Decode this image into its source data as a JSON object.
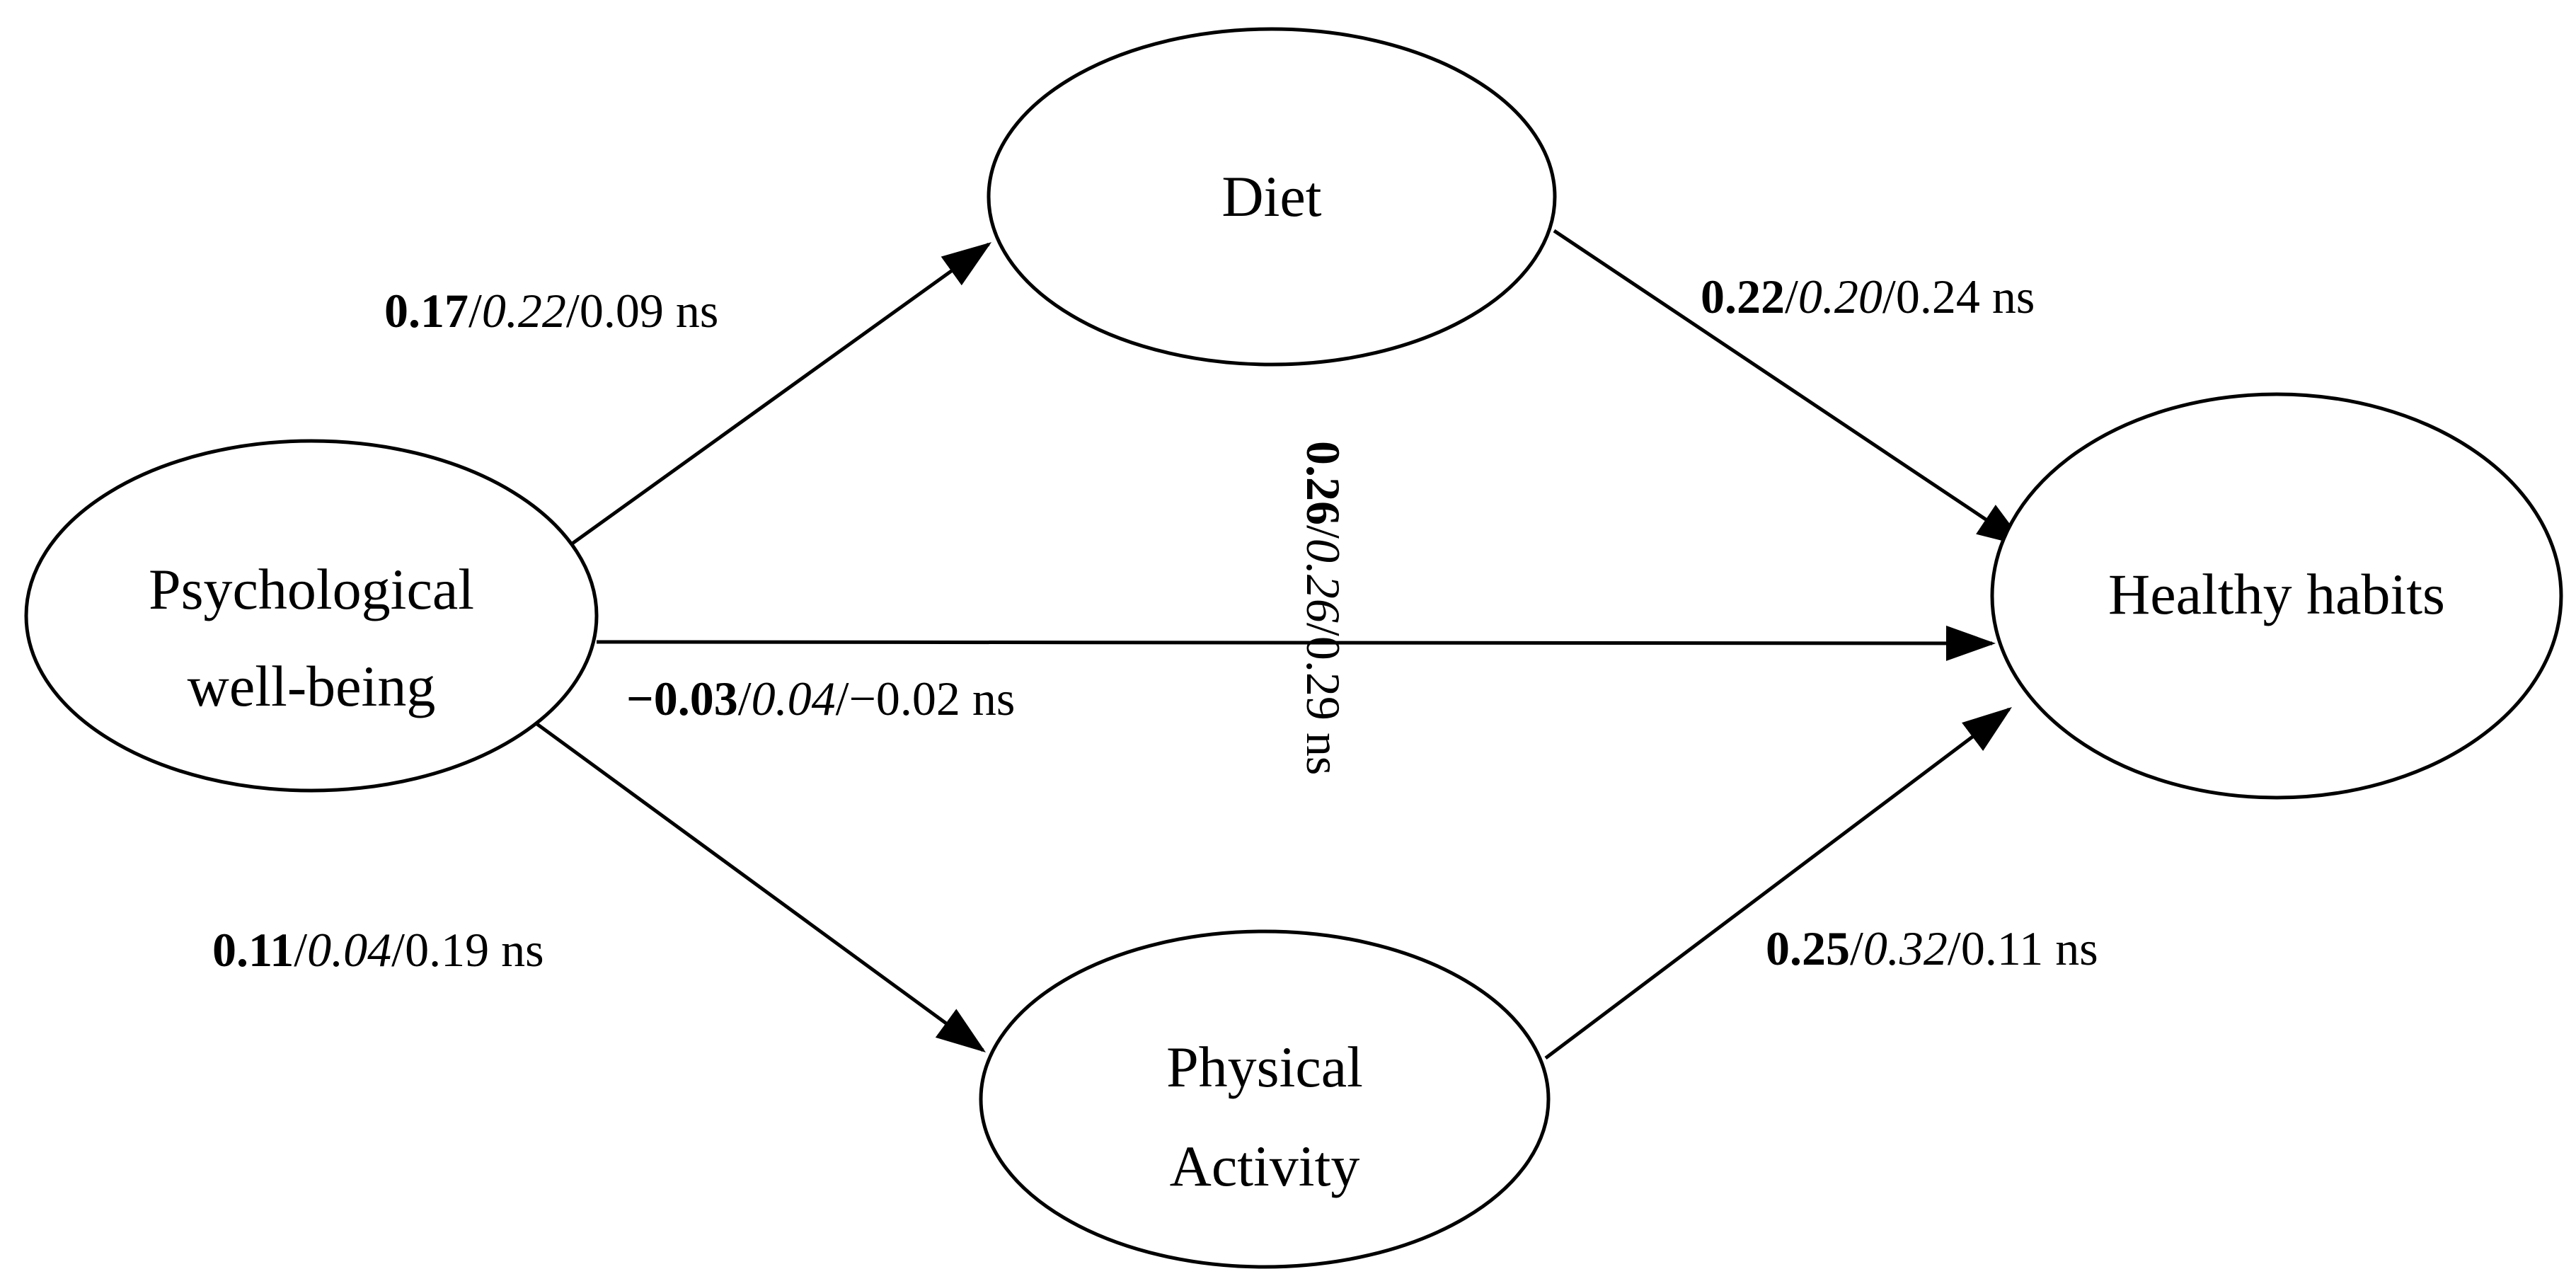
{
  "nodes": {
    "psych": {
      "lines": [
        "Psychological",
        "well-being"
      ]
    },
    "diet": {
      "lines": [
        "Diet"
      ]
    },
    "pa": {
      "lines": [
        "Physical",
        "Activity"
      ]
    },
    "hh": {
      "lines": [
        "Healthy habits"
      ]
    }
  },
  "paths": {
    "psych_diet": {
      "bold": "0.17",
      "slash1": "/",
      "italic": "0.22",
      "slash2": "/",
      "rest": "0.09 ns"
    },
    "diet_hh": {
      "bold": "0.22",
      "slash1": "/",
      "italic": "0.20",
      "slash2": "/",
      "rest": "0.24 ns"
    },
    "psych_hh": {
      "bold": "−0.03",
      "slash1": "/",
      "italic": "0.04",
      "slash2": "/",
      "rest": "−0.02 ns"
    },
    "indirect": {
      "bold": "0.26",
      "slash1": "/",
      "italic": "0.26",
      "slash2": "/",
      "rest": "0.29 ns"
    },
    "psych_pa": {
      "bold": "0.11",
      "slash1": "/",
      "italic": "0.04",
      "slash2": "/",
      "rest": "0.19 ns"
    },
    "pa_hh": {
      "bold": "0.25",
      "slash1": "/",
      "italic": "0.32",
      "slash2": "/",
      "rest": "0.11 ns"
    }
  }
}
